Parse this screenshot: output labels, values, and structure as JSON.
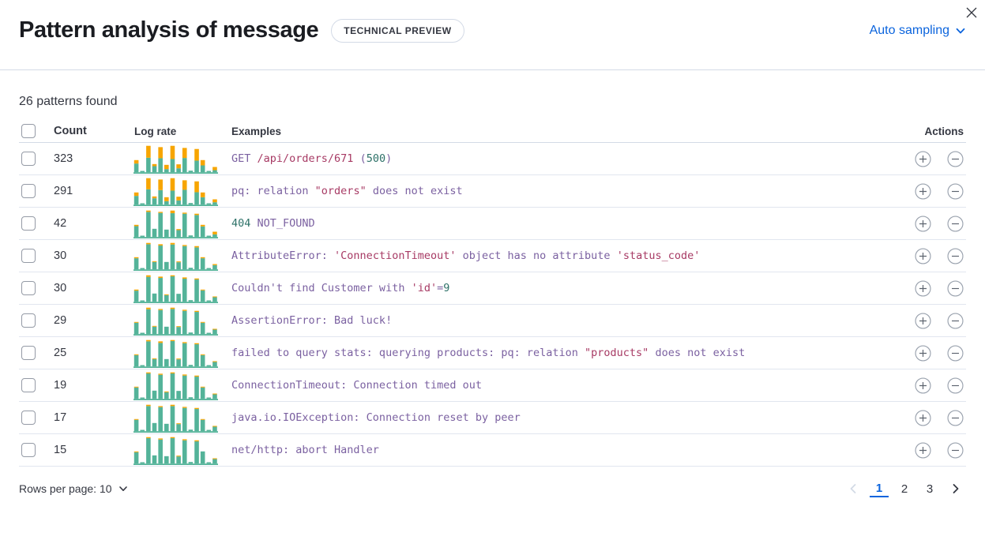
{
  "header": {
    "title": "Pattern analysis of message",
    "badge": "TECHNICAL PREVIEW",
    "sampling_label": "Auto sampling"
  },
  "summary": "26 patterns found",
  "table": {
    "columns": {
      "count": "Count",
      "log_rate": "Log rate",
      "examples": "Examples",
      "actions": "Actions"
    },
    "chart_totals": [
      46,
      5,
      100,
      31,
      95,
      28,
      100,
      30,
      92,
      6,
      88,
      46,
      5,
      20
    ],
    "rows": [
      {
        "count": "323",
        "chart_highlight": [
          13,
          0,
          45,
          8,
          42,
          16,
          50,
          15,
          38,
          0,
          44,
          20,
          0,
          12
        ],
        "example": [
          {
            "t": "GET ",
            "c": "purple"
          },
          {
            "t": "/api/orders/671",
            "c": "red"
          },
          {
            "t": " (",
            "c": "purple"
          },
          {
            "t": "500",
            "c": "green"
          },
          {
            "t": ")",
            "c": "purple"
          }
        ]
      },
      {
        "count": "291",
        "chart_highlight": [
          13,
          0,
          42,
          7,
          40,
          15,
          47,
          14,
          36,
          0,
          41,
          18,
          0,
          11
        ],
        "example": [
          {
            "t": "pq: relation ",
            "c": "purple"
          },
          {
            "t": "\"orders\"",
            "c": "red"
          },
          {
            "t": " does not exist",
            "c": "purple"
          }
        ]
      },
      {
        "count": "42",
        "chart_highlight": [
          5,
          0,
          5,
          0,
          4,
          0,
          10,
          4,
          4,
          0,
          5,
          6,
          0,
          10
        ],
        "example": [
          {
            "t": "404",
            "c": "green"
          },
          {
            "t": " NOT_FOUND",
            "c": "purple"
          }
        ]
      },
      {
        "count": "30",
        "chart_highlight": [
          4,
          0,
          5,
          3,
          5,
          0,
          6,
          3,
          4,
          0,
          5,
          4,
          0,
          4
        ],
        "example": [
          {
            "t": "AttributeError: ",
            "c": "purple"
          },
          {
            "t": "'ConnectionTimeout'",
            "c": "red"
          },
          {
            "t": " object has no attribute ",
            "c": "purple"
          },
          {
            "t": "'status_code'",
            "c": "red"
          }
        ]
      },
      {
        "count": "30",
        "chart_highlight": [
          4,
          0,
          6,
          0,
          5,
          3,
          4,
          0,
          5,
          0,
          4,
          3,
          0,
          3
        ],
        "example": [
          {
            "t": "Couldn't find Customer with ",
            "c": "purple"
          },
          {
            "t": "'id'",
            "c": "red"
          },
          {
            "t": "=",
            "c": "purple"
          },
          {
            "t": "9",
            "c": "green"
          }
        ]
      },
      {
        "count": "29",
        "chart_highlight": [
          3,
          0,
          6,
          3,
          4,
          0,
          5,
          3,
          4,
          0,
          4,
          3,
          0,
          3
        ],
        "example": [
          {
            "t": "AssertionError: Bad luck!",
            "c": "purple"
          }
        ]
      },
      {
        "count": "25",
        "chart_highlight": [
          3,
          0,
          5,
          3,
          6,
          0,
          4,
          3,
          4,
          0,
          4,
          3,
          0,
          3
        ],
        "example": [
          {
            "t": "failed to query stats: querying products: pq: relation ",
            "c": "purple"
          },
          {
            "t": "\"products\"",
            "c": "red"
          },
          {
            "t": " does not exist",
            "c": "purple"
          }
        ]
      },
      {
        "count": "19",
        "chart_highlight": [
          3,
          0,
          4,
          0,
          4,
          3,
          4,
          0,
          4,
          0,
          4,
          3,
          0,
          3
        ],
        "example": [
          {
            "t": "ConnectionTimeout: Connection timed out",
            "c": "purple"
          }
        ]
      },
      {
        "count": "17",
        "chart_highlight": [
          3,
          0,
          5,
          0,
          4,
          0,
          5,
          3,
          4,
          0,
          4,
          3,
          0,
          3
        ],
        "example": [
          {
            "t": "java.io.IOException: Connection reset by peer",
            "c": "purple"
          }
        ]
      },
      {
        "count": "15",
        "chart_highlight": [
          3,
          0,
          4,
          0,
          4,
          0,
          4,
          3,
          4,
          0,
          4,
          0,
          0,
          3
        ],
        "example": [
          {
            "t": "net/http: abort Handler",
            "c": "purple"
          }
        ]
      }
    ]
  },
  "footer": {
    "rows_per_page_label": "Rows per page: 10",
    "pagination": {
      "pages": [
        "1",
        "2",
        "3"
      ],
      "active": "1"
    }
  },
  "colors": {
    "bar_total": "#54b399",
    "bar_highlight": "#f7a500",
    "example_purple": "#7b61a1",
    "example_red": "#a73a64",
    "example_green": "#2d7168",
    "link_blue": "#0b64dd",
    "disabled_gray": "#d3dae6"
  }
}
